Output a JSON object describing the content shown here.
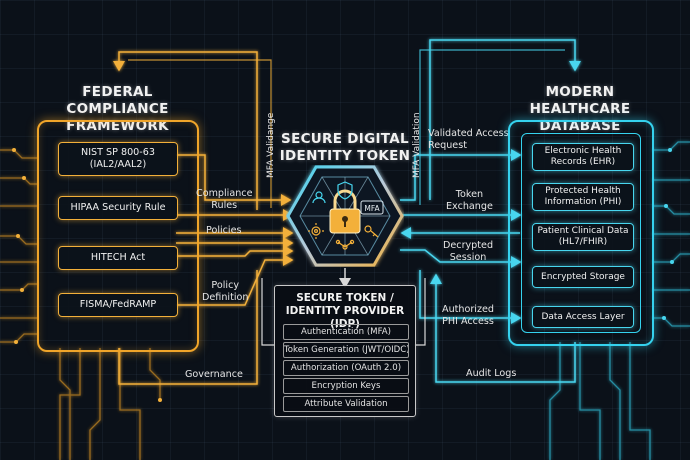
{
  "titles": {
    "left": [
      "FEDERAL COMPLIANCE",
      "FRAMEWORK"
    ],
    "center": [
      "SECURE DIGITAL",
      "IDENTITY TOKEN"
    ],
    "right": [
      "MODERN HEALTHCARE",
      "DATABASE"
    ]
  },
  "compliance_items": [
    [
      "NIST SP 800-63",
      "(IAL2/AAL2)"
    ],
    [
      "HIPAA Security Rule"
    ],
    [
      "HITECH Act"
    ],
    [
      "FISMA/FedRAMP"
    ]
  ],
  "database_items": [
    [
      "Electronic Health",
      "Records (EHR)"
    ],
    [
      "Protected Health",
      "Information (PHI)"
    ],
    [
      "Patient Clinical Data",
      "(HL7/FHIR)"
    ],
    [
      "Encrypted Storage"
    ],
    [
      "Data Access Layer"
    ]
  ],
  "left_flow_labels": {
    "compliance_rules": [
      "Compliance",
      "Rules"
    ],
    "policies": [
      "Policies"
    ],
    "policy_definition": [
      "Policy",
      "Definition"
    ],
    "governance": [
      "Governance"
    ]
  },
  "right_flow_labels": {
    "validated_access": [
      "Validated Access",
      "Request"
    ],
    "token_exchange": [
      "Token",
      "Exchange"
    ],
    "decrypted_session": [
      "Decrypted",
      "Session"
    ],
    "authorized_phi": [
      "Authorized",
      "PHI Access"
    ],
    "audit_logs": [
      "Audit Logs"
    ]
  },
  "vertical_labels": {
    "left": "MFA Validange",
    "right": "MFA Validation"
  },
  "token_hex": {
    "center_icon": "padlock-icon",
    "badge": "MFA",
    "surrounding_icons": [
      "user-icon",
      "shield-icon",
      "mfa-badge",
      "gear-icon",
      "network-icon",
      "key-icon"
    ]
  },
  "idp": {
    "title": [
      "SECURE TOKEN /",
      "IDENTITY PROVIDER (IDP)"
    ],
    "items": [
      "Authentication (MFA)",
      "Token Generation (JWT/OIDC)",
      "Authorization (OAuth 2.0)",
      "Encryption Keys",
      "Attribute Validation"
    ]
  },
  "colors": {
    "compliance": "#f0a52a",
    "database": "#35d2ee",
    "neutral": "#c9c9c9",
    "background": "#0b1119"
  }
}
